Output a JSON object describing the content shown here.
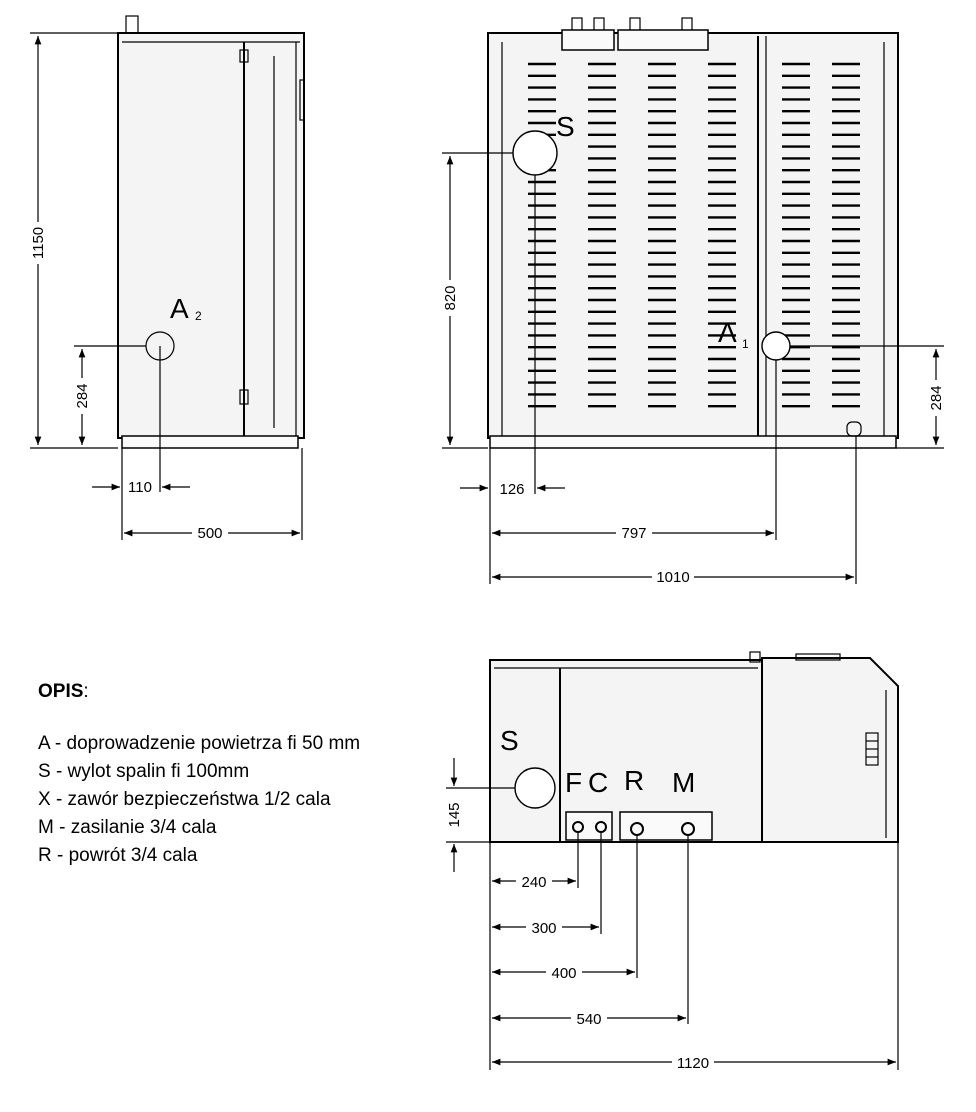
{
  "left_view": {
    "label": "A",
    "label_sub": "2",
    "dim_height": "1150",
    "dim_inlet_height": "284",
    "dim_inlet_offset": "110",
    "dim_width": "500"
  },
  "right_view": {
    "label_s": "S",
    "label_a": "A",
    "label_a_sub": "1",
    "dim_s_height": "820",
    "dim_a_height": "284",
    "dim_s_offset": "126",
    "dim_a_offset": "797",
    "dim_width": "1010"
  },
  "top_view": {
    "label_s": "S",
    "conn_labels": [
      "F",
      "C",
      "R",
      "M"
    ],
    "dim_s": "145",
    "dims": [
      "240",
      "300",
      "400",
      "540",
      "1120"
    ]
  },
  "legend": {
    "title": "OPIS",
    "title_suffix": ":",
    "items": [
      "A - doprowadzenie powietrza fi 50 mm",
      "S - wylot spalin fi 100mm",
      "X - zawór bezpieczeństwa 1/2 cala",
      "M - zasilanie 3/4 cala",
      "R - powrót 3/4 cala"
    ]
  }
}
